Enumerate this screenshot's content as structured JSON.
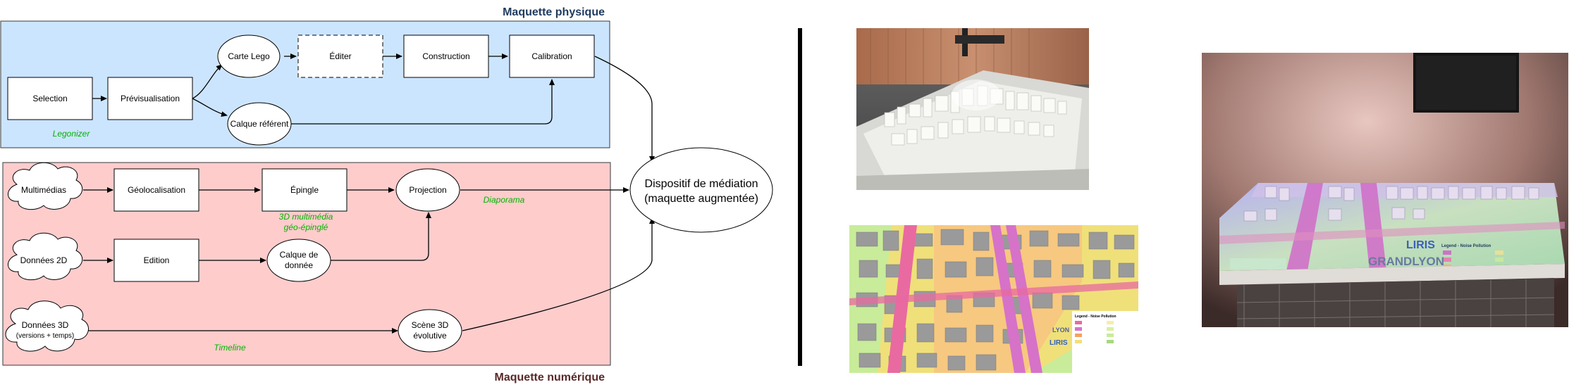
{
  "titles": {
    "physical": "Maquette physique",
    "digital": "Maquette numérique"
  },
  "physical_nodes": {
    "selection": "Selection",
    "preview": "Prévisualisation",
    "lego_map": "Carte Lego",
    "edit": "Éditer",
    "construction": "Construction",
    "calibration": "Calibration",
    "reference_layer": "Calque référent"
  },
  "physical_label": "Legonizer",
  "digital_nodes": {
    "multimedia": "Multimédias",
    "geolocation": "Géolocalisation",
    "pinned": "Épingle",
    "projection": "Projection",
    "data2d": "Données 2D",
    "edition": "Edition",
    "data_layer_line1": "Calque de",
    "data_layer_line2": "donnée",
    "data3d_line1": "Données 3D",
    "data3d_line2": "(versions + temps)",
    "scene_line1": "Scène 3D",
    "scene_line2": "évolutive"
  },
  "digital_labels": {
    "geo_pinned_line1": "3D multimédia",
    "geo_pinned_line2": "géo-épinglé",
    "slideshow": "Diaporama",
    "timeline": "Timeline"
  },
  "target": {
    "line1": "Dispositif de médiation",
    "line2": "(maquette augmentée)"
  },
  "map_inset": {
    "legend_title": "Legend - Noise Pollution",
    "brand_liris": "LIRIS",
    "brand_lyon": "LYON"
  },
  "augmented_photo": {
    "brand_liris": "LIRIS",
    "legend_title": "Legend - Noise Pollution",
    "brand_grandlyon": "GRANDLYON"
  },
  "colors": {
    "physical_bg": "#cce5ff",
    "physical_border": "#36393d",
    "digital_bg": "#ffcccc",
    "digital_border": "#36393d",
    "title_physical": "#1f3a5f",
    "title_digital": "#5a2a2a",
    "green_label": "#00b300",
    "separator": "#000000"
  }
}
